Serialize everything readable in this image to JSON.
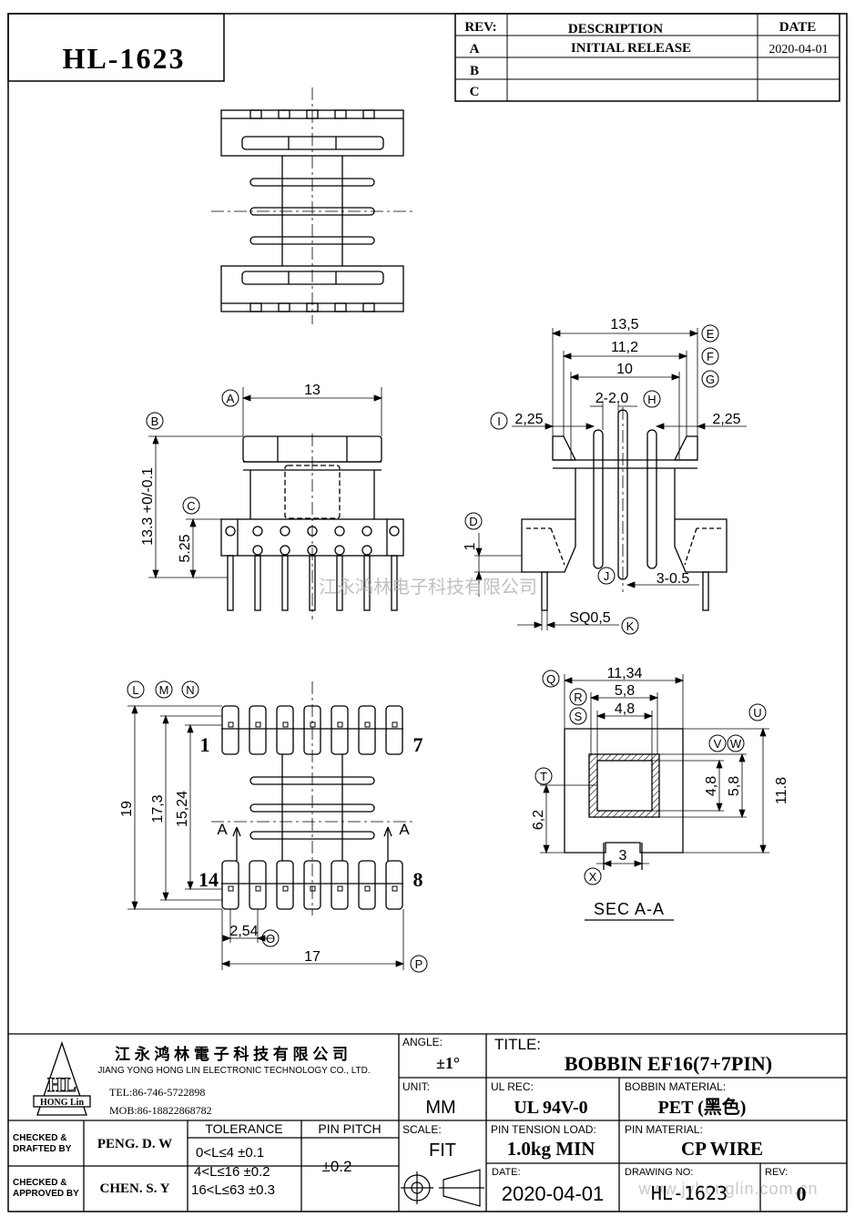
{
  "part_label": "HL-1623",
  "revision_table": {
    "headers": {
      "rev": "REV:",
      "description": "DESCRIPTION",
      "date": "DATE"
    },
    "rows": [
      {
        "rev": "A",
        "description": "INITIAL  RELEASE",
        "date": "2020-04-01"
      },
      {
        "rev": "B",
        "description": "",
        "date": ""
      },
      {
        "rev": "C",
        "description": "",
        "date": ""
      }
    ]
  },
  "dimensions": {
    "front_width": "13",
    "front_height": "13.3 +0/-0.1",
    "front_pin_row": "5.25",
    "side_overall": "13,5",
    "side_mid": "11,2",
    "side_inner": "10",
    "side_slot": "2-2.0",
    "side_left_wall": "2,25",
    "side_right_wall": "2,25",
    "side_step": "1",
    "side_pins": "3-0.5",
    "side_sq": "SQ0,5",
    "bottom_height": "19",
    "bottom_mid": "17,3",
    "bottom_inner": "15,24",
    "bottom_pitch": "2,54",
    "bottom_width": "17",
    "sec_outer": "11,34",
    "sec_mid": "5,8",
    "sec_inner": "4,8",
    "sec_h_inner": "4,8",
    "sec_h_mid": "5,8",
    "sec_total_height": "11.8",
    "sec_step": "6,2",
    "sec_slot": "3"
  },
  "callouts": [
    "A",
    "B",
    "C",
    "D",
    "E",
    "F",
    "G",
    "H",
    "I",
    "J",
    "K",
    "L",
    "M",
    "N",
    "O",
    "P",
    "Q",
    "R",
    "S",
    "T",
    "U",
    "V",
    "W",
    "X"
  ],
  "pin_numbers": {
    "top_left": "1",
    "top_right": "7",
    "bottom_left": "14",
    "bottom_right": "8"
  },
  "section_arrow": "A",
  "section_label": "SEC  A-A",
  "watermark": "江永鸿林电子科技有限公司",
  "watermark_url": "www.jyhonglin.com.cn",
  "title_block": {
    "company_cn": "江 永 鸿 林 電 子 科 技 有 限 公 司",
    "company_en": "JIANG YONG HONG LIN ELECTRONIC TECHNOLOGY CO., LTD.",
    "logo_letters": "HL",
    "logo_name": "HONG Lin",
    "tel": "TEL:86-746-5722898",
    "mob": "MOB:86-18822868782",
    "angle_label": "ANGLE:",
    "angle_value": "±1°",
    "title_label": "TITLE:",
    "title_value": "BOBBIN   EF16(7+7PIN)",
    "unit_label": "UNIT:",
    "unit_value": "MM",
    "ulrec_label": "UL REC:",
    "ulrec_value": "UL 94V-0",
    "bobbin_material_label": "BOBBIN MATERIAL:",
    "bobbin_material_value": "PET  (黑色)",
    "checked_drafted_label_1": "CHECKED &",
    "checked_drafted_label_2": "DRAFTED BY",
    "drafted_by": "PENG. D. W",
    "checked_approved_label_1": "CHECKED &",
    "checked_approved_label_2": "APPROVED BY",
    "approved_by": "CHEN. S. Y",
    "tolerance_label": "TOLERANCE",
    "tolerances": [
      "0<L≤4   ±0.1",
      "4<L≤16  ±0.2",
      "16<L≤63 ±0.3"
    ],
    "pin_pitch_label": "PIN PITCH",
    "pin_pitch_value": "±0.2",
    "scale_label": "SCALE:",
    "scale_value": "FIT",
    "pin_tension_label": "PIN TENSION LOAD:",
    "pin_tension_value": "1.0kg  MIN",
    "pin_material_label": "PIN MATERIAL:",
    "pin_material_value": "CP   WIRE",
    "date_label": "DATE:",
    "date_value": "2020-04-01",
    "drawing_no_label": "DRAWING NO:",
    "drawing_no_value": "HL-1623",
    "rev_label": "REV:",
    "rev_value": "0"
  }
}
